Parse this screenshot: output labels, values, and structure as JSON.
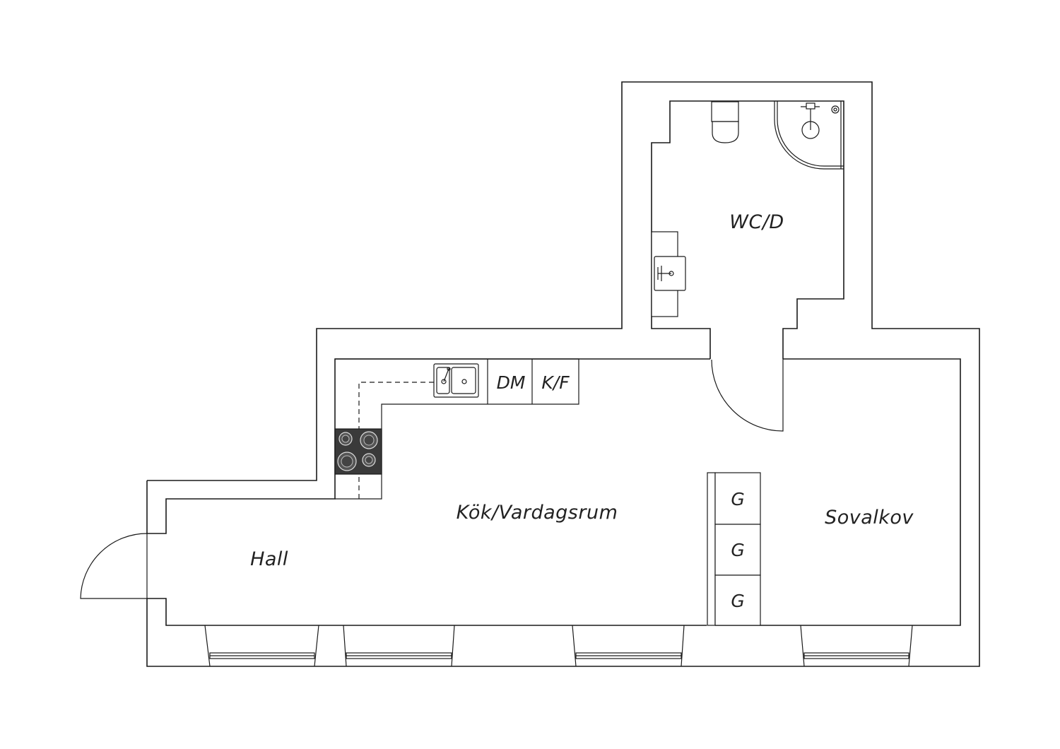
{
  "rooms": {
    "wc": "WC/D",
    "kitchen_living": "Kök/Vardagsrum",
    "hall": "Hall",
    "alcove": "Sovalkov"
  },
  "fixtures": {
    "dishwasher": "DM",
    "fridge_freezer": "K/F",
    "wardrobes": [
      "G",
      "G",
      "G"
    ]
  }
}
